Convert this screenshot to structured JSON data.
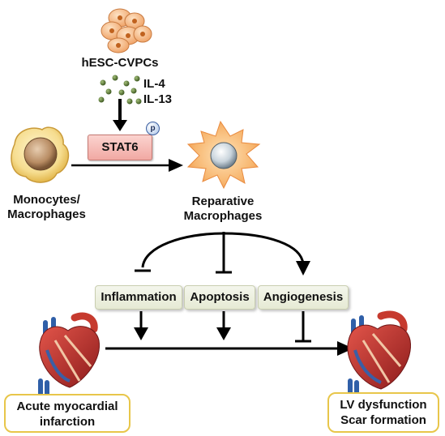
{
  "source": "hESC-CVPCs",
  "cytokines": [
    "IL-4",
    "IL-13"
  ],
  "stat6": "STAT6",
  "phospho": "p",
  "monocytes": [
    "Monocytes/",
    "Macrophages"
  ],
  "reparative": [
    "Reparative",
    "Macrophages"
  ],
  "processes": {
    "inflammation": "Inflammation",
    "apoptosis": "Apoptosis",
    "angiogenesis": "Angiogenesis"
  },
  "outcome_left": [
    "Acute myocardial",
    "infarction"
  ],
  "outcome_right": [
    "LV dysfunction",
    "Scar formation"
  ],
  "colors": {
    "stat6_fill": "#f4b8b2",
    "process_fill": "#eef0df",
    "outcome_border": "#e8c64a",
    "macrophage_orange": "#f0a25a",
    "cell_nucleus": "#c9d4dc"
  }
}
